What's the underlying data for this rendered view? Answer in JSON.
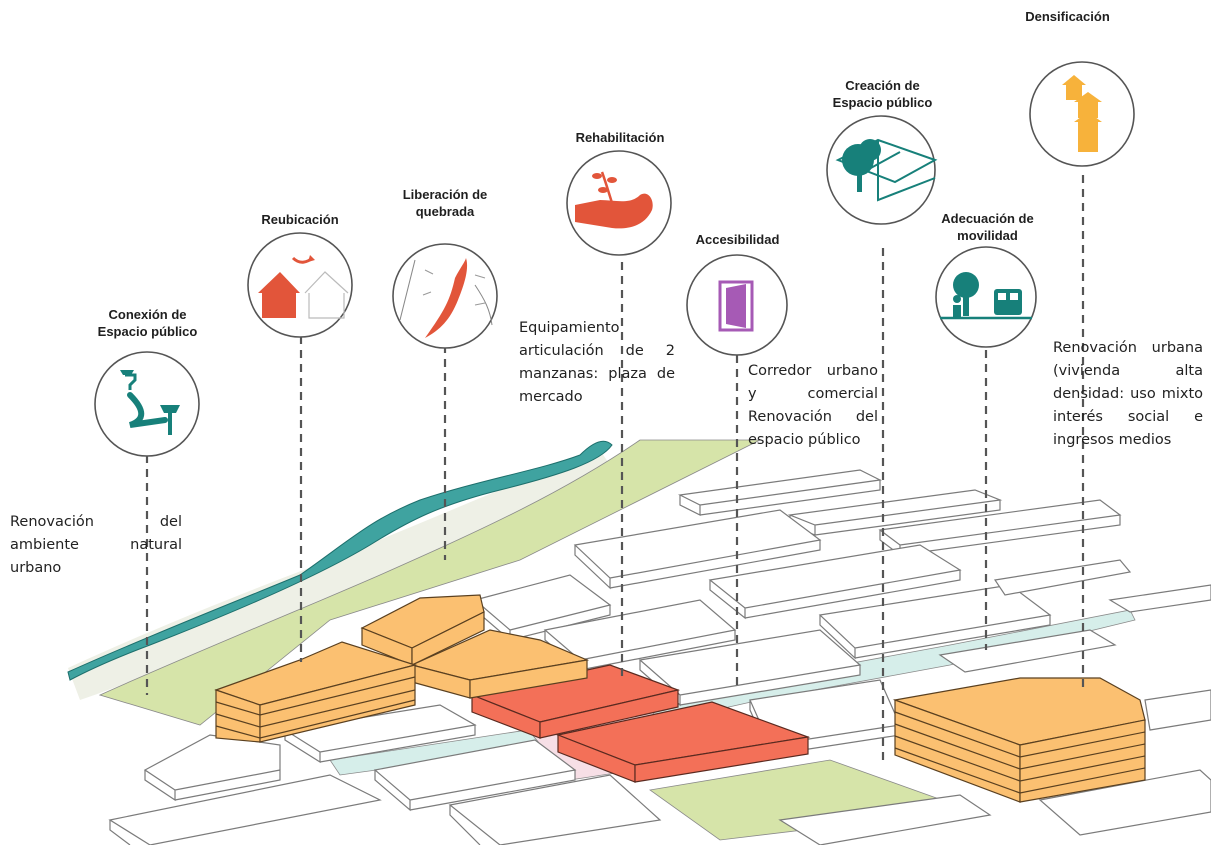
{
  "interventions": {
    "conexion": {
      "title": "Conexión de\nEspacio público",
      "icon": "pins-path-icon"
    },
    "reubicacion": {
      "title": "Reubicación",
      "icon": "houses-relocation-icon"
    },
    "liberacion": {
      "title": "Liberación de\nquebrada",
      "icon": "river-stream-icon"
    },
    "rehabilitacion": {
      "title": "Rehabilitación",
      "icon": "hand-plant-icon"
    },
    "accesibilidad": {
      "title": "Accesibilidad",
      "icon": "open-door-icon"
    },
    "creacion": {
      "title": "Creación de\nEspacio público",
      "icon": "tree-plaza-icon"
    },
    "movilidad": {
      "title": "Adecuación de\nmovilidad",
      "icon": "tree-person-bus-icon"
    },
    "densificacion": {
      "title": "Densificación",
      "icon": "stacked-houses-icon"
    }
  },
  "notes": {
    "natural": "Renovación del ambiente natural urbano",
    "equipamiento": "Equipamiento articulación de 2 manzanas: plaza de mercado",
    "corredor": "Corredor urbano y comercial Renovación del espacio público",
    "vivienda": "Renovación urbana (vivienda alta densidad: uso mixto interés social e ingresos medios"
  },
  "colors": {
    "green_area": "#d6e4a9",
    "river": "#3fa3a0",
    "orange_block": "#fbc071",
    "red_block": "#f37058",
    "corridor": "#d6eeea",
    "icon_teal": "#17807a",
    "icon_red": "#e2553a",
    "icon_purple": "#a65ab5",
    "icon_orange": "#f7b23b"
  }
}
